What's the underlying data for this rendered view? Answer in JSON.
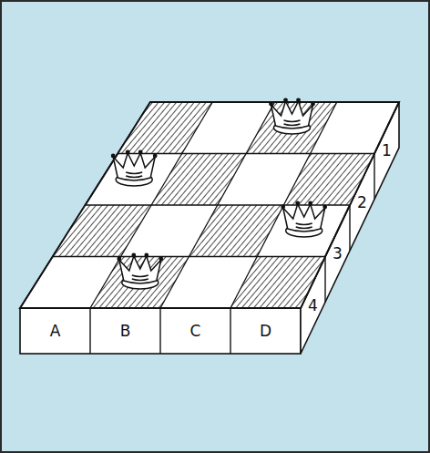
{
  "diagram": {
    "labels": [
      "A",
      "B",
      "C",
      "D",
      "1",
      "2",
      "3",
      "4"
    ]
  }
}
